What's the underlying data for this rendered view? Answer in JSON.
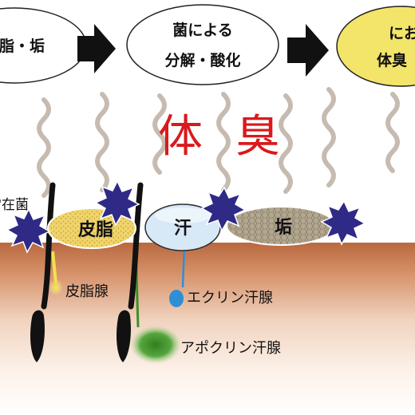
{
  "flow": {
    "step1": "皮脂・垢",
    "step2_line1": "菌による",
    "step2_line2": "分解・酸化",
    "step3_line1": "にお",
    "step3_line2": "体臭"
  },
  "headline": {
    "left_char": "体",
    "right_char": "臭"
  },
  "surface_labels": {
    "bacteria": "常在菌",
    "sebum": "皮脂",
    "sweat": "汗",
    "grime": "垢"
  },
  "glands": {
    "sebaceous": "皮脂腺",
    "eccrine": "エクリン汗腺",
    "apocrine": "アポクリン汗腺"
  },
  "colors": {
    "headline": "#d9191c",
    "bacteria": "#2e2a86",
    "skin": "#c0754e",
    "sebum": "#eed46a",
    "sweat": "#cfe3f5",
    "grime": "#a59a82",
    "eccrine": "#2e8fd6",
    "apocrine": "#3c8f2c",
    "odor_ellipse": "#f3e46a"
  }
}
